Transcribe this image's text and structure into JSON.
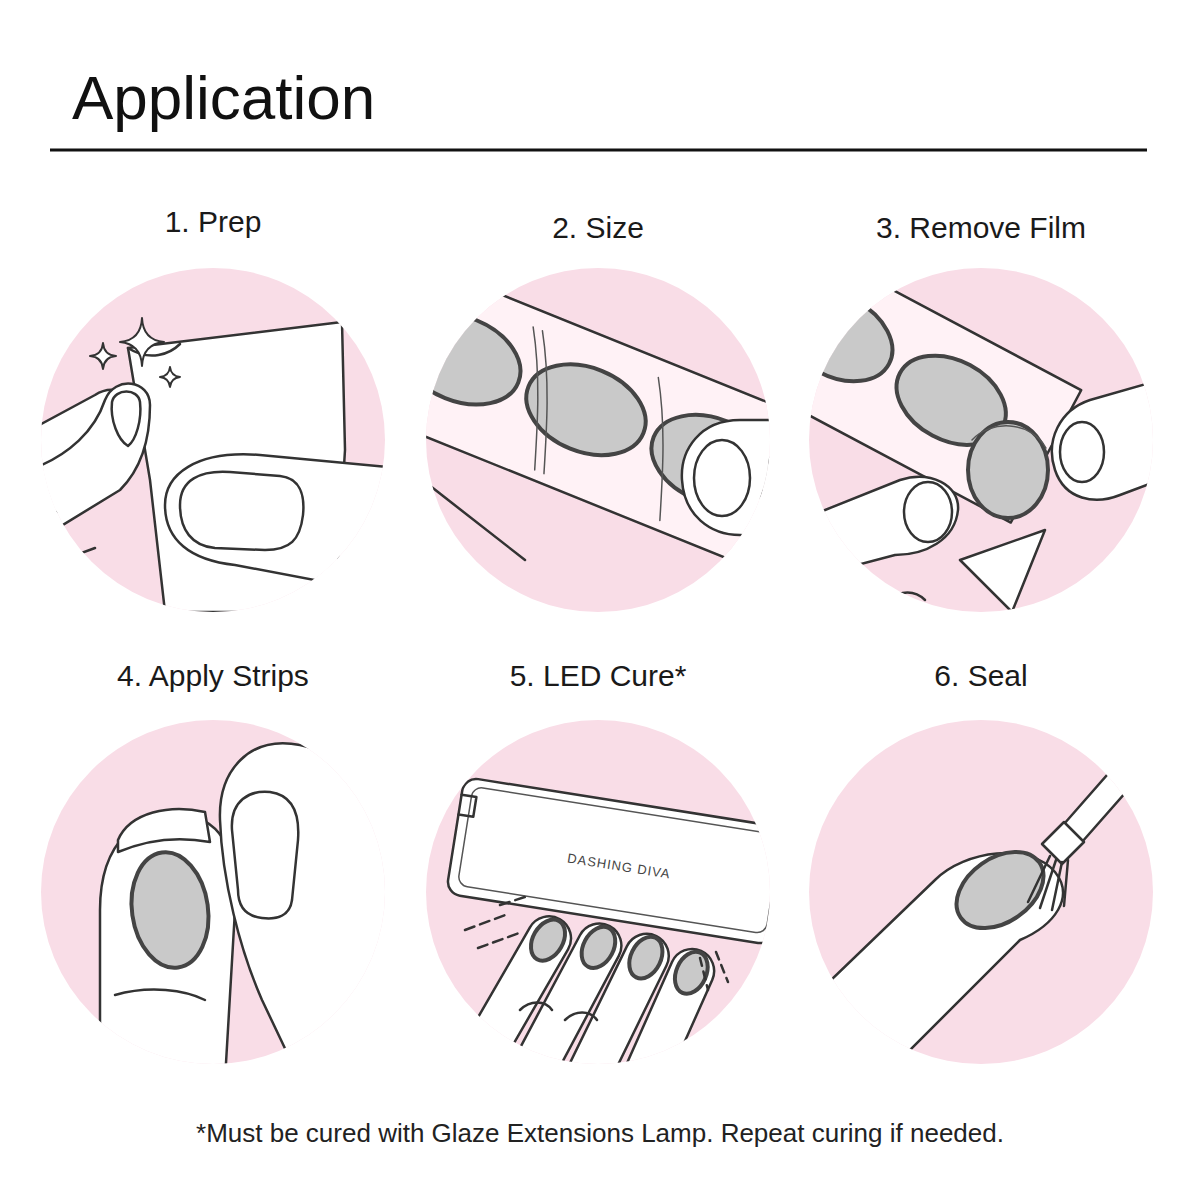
{
  "diagram": {
    "title": "Application",
    "caption": "*Must be cured with Glaze Extensions Lamp. Repeat curing if needed.",
    "nodes": [
      {
        "text": [
          "1. Prep"
        ]
      },
      {
        "text": [
          "2. Size"
        ]
      },
      {
        "text": [
          "3. Remove Film"
        ]
      },
      {
        "text": [
          "4. Apply Strips"
        ]
      },
      {
        "text": [
          "5. LED Cure*"
        ]
      },
      {
        "text": [
          "6. Seal"
        ]
      }
    ],
    "labels": [
      "DASHING DIVA"
    ]
  }
}
